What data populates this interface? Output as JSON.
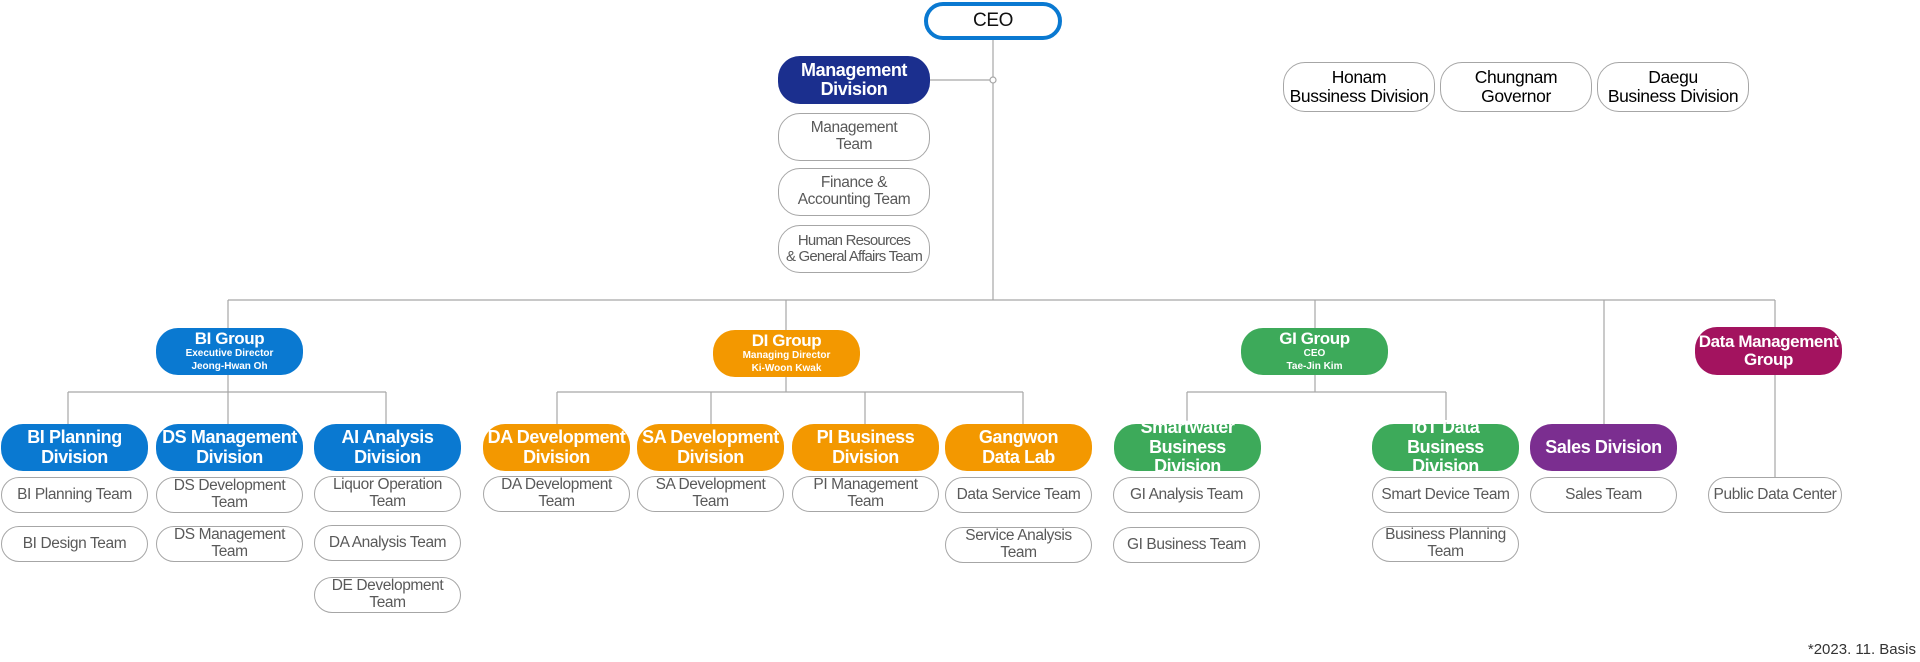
{
  "colors": {
    "navy": "#1b2f8e",
    "blue": "#0a79d1",
    "orange": "#f39800",
    "green": "#3daa5a",
    "purple": "#7b2e90",
    "crimson": "#a3135f",
    "line": "#a6a6a6"
  },
  "ceo": "CEO",
  "management": {
    "title": [
      "Management",
      "Division"
    ],
    "teams": [
      [
        "Management",
        "Team"
      ],
      [
        "Finance &",
        "Accounting Team"
      ],
      [
        "Human Resources",
        "& General Affairs Team"
      ]
    ]
  },
  "regional_offices": [
    [
      "Honam",
      "Bussiness Division"
    ],
    [
      "Chungnam",
      "Governor"
    ],
    [
      "Daegu",
      "Business Division"
    ]
  ],
  "groups": {
    "bi": {
      "name": "BI Group",
      "role": "Executive Director",
      "person": "Jeong-Hwan Oh"
    },
    "di": {
      "name": "DI Group",
      "role": "Managing Director",
      "person": "Ki-Woon Kwak"
    },
    "gi": {
      "name": "GI Group",
      "role": "CEO",
      "person": "Tae-Jin Kim"
    },
    "dm": {
      "title": [
        "Data Management",
        "Group"
      ]
    }
  },
  "sales": {
    "title": [
      "Sales Division"
    ]
  },
  "divisions": {
    "bi_planning": {
      "title": [
        "BI Planning",
        "Division"
      ],
      "teams": [
        [
          "BI Planning Team"
        ],
        [
          "BI Design Team"
        ]
      ]
    },
    "ds_management": {
      "title": [
        "DS Management",
        "Division"
      ],
      "teams": [
        [
          "DS Development",
          "Team"
        ],
        [
          "DS Management",
          "Team"
        ]
      ]
    },
    "ai_analysis": {
      "title": [
        "AI Analysis",
        "Division"
      ],
      "teams": [
        [
          "Liquor Operation",
          "Team"
        ],
        [
          "DA Analysis Team"
        ],
        [
          "DE Development",
          "Team"
        ]
      ]
    },
    "da_development": {
      "title": [
        "DA Development",
        "Division"
      ],
      "teams": [
        [
          "DA Development",
          "Team"
        ]
      ]
    },
    "sa_development": {
      "title": [
        "SA Development",
        "Division"
      ],
      "teams": [
        [
          "SA Development",
          "Team"
        ]
      ]
    },
    "pi_business": {
      "title": [
        "PI Business",
        "Division"
      ],
      "teams": [
        [
          "PI Management",
          "Team"
        ]
      ]
    },
    "gangwon": {
      "title": [
        "Gangwon",
        "Data Lab"
      ],
      "teams": [
        [
          "Data Service Team"
        ],
        [
          "Service Analysis Team"
        ]
      ]
    },
    "smartwater": {
      "title": [
        "Smartwater",
        "Business Division"
      ],
      "teams": [
        [
          "GI Analysis Team"
        ],
        [
          "GI Business Team"
        ]
      ]
    },
    "iot": {
      "title": [
        "IoT Data Business",
        "Division"
      ],
      "teams": [
        [
          "Smart Device Team"
        ],
        [
          "Business Planning",
          "Team"
        ]
      ]
    },
    "sales_teams": {
      "teams": [
        [
          "Sales Team"
        ]
      ]
    },
    "public_data": {
      "teams": [
        [
          "Public Data Center"
        ]
      ]
    }
  },
  "footnote": "*2023. 11. Basis"
}
